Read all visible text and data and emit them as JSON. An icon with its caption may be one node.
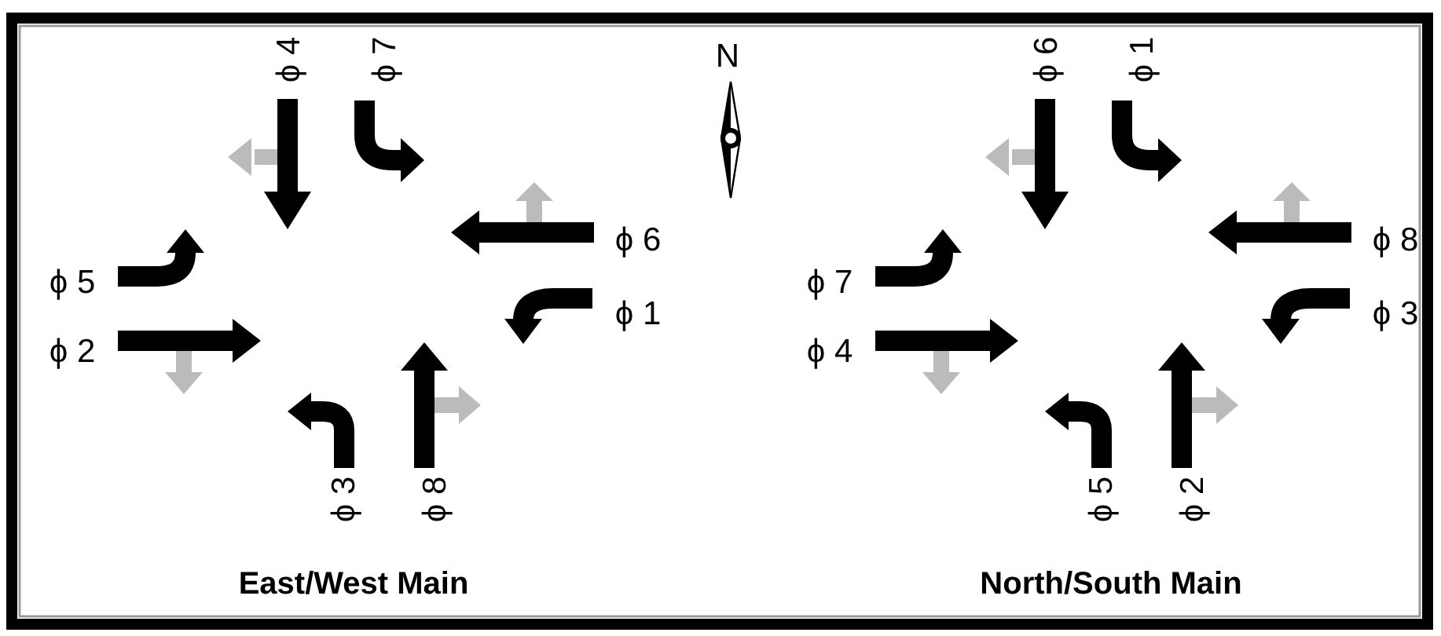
{
  "diagram": {
    "labels": [
      "ϕ 4",
      "ϕ 7",
      "ϕ 6",
      "ϕ 5",
      "ϕ 1",
      "ϕ 2",
      "ϕ 3",
      "ϕ 8",
      "East/West Main",
      "N",
      "ϕ 6",
      "ϕ 1",
      "ϕ 8",
      "ϕ 7",
      "ϕ 3",
      "ϕ 4",
      "ϕ 5",
      "ϕ 2",
      "North/South Main"
    ]
  }
}
